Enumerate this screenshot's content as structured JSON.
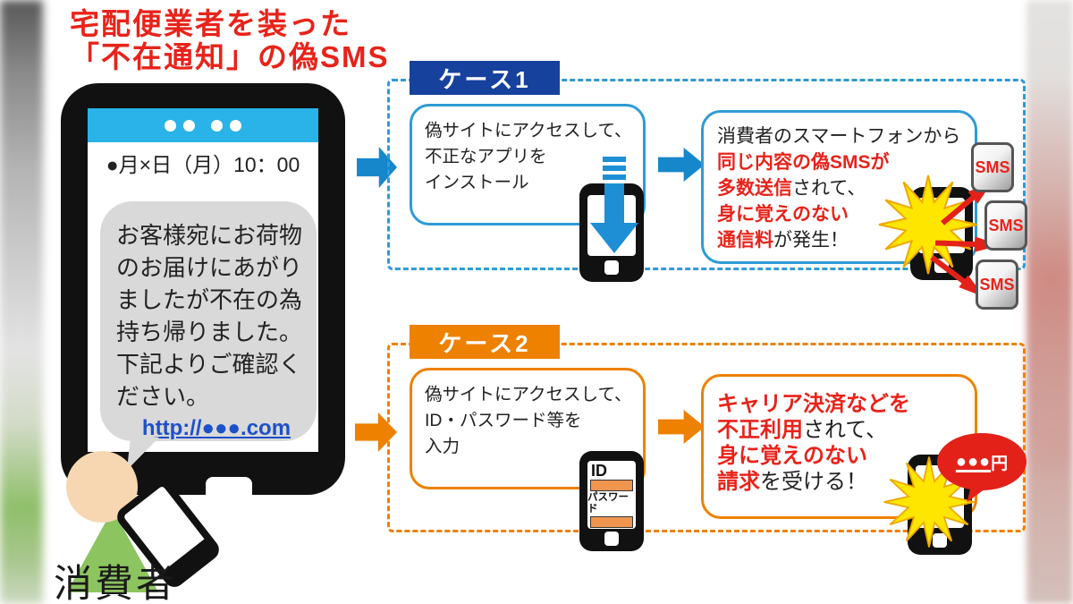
{
  "title": {
    "line1": "宅配便業者を装った",
    "line2": "「不在通知」の偽SMS"
  },
  "phone": {
    "date": "●月×日（月）10：00",
    "message_lines": [
      "お客様宛にお荷物",
      "のお届けにあがり",
      "ましたが不在の為",
      "持ち帰りました。",
      "下記よりご確認く",
      "ださい。"
    ],
    "link": "http://●●●.com"
  },
  "consumer_label": "消費者",
  "case1": {
    "header": "ケース1",
    "step_lines": [
      "偽サイトにアクセスして、",
      "不正なアプリを",
      "インストール"
    ],
    "result_lines": [
      [
        {
          "text": "消費者のスマートフォンから",
          "emphasis": false
        }
      ],
      [
        {
          "text": "同じ内容の偽SMSが",
          "emphasis": true
        }
      ],
      [
        {
          "text": "多数送信",
          "emphasis": true
        },
        {
          "text": "されて、",
          "emphasis": false
        }
      ],
      [
        {
          "text": "身に覚えのない",
          "emphasis": true
        }
      ],
      [
        {
          "text": "通信料",
          "emphasis": true
        },
        {
          "text": "が発生！",
          "emphasis": false
        }
      ]
    ],
    "sms_badges": [
      "SMS",
      "SMS",
      "SMS"
    ]
  },
  "case2": {
    "header": "ケース2",
    "step_lines": [
      "偽サイトにアクセスして、",
      "ID・パスワード等を",
      "入力"
    ],
    "form": {
      "id_label": "ID",
      "password_label": "パスワード"
    },
    "result_lines": [
      [
        {
          "text": "キャリア決済などを",
          "emphasis": true
        }
      ],
      [
        {
          "text": "不正利用",
          "emphasis": true
        },
        {
          "text": "されて、",
          "emphasis": false
        }
      ],
      [
        {
          "text": "身に覚えのない",
          "emphasis": true
        }
      ],
      [
        {
          "text": "請求",
          "emphasis": true
        },
        {
          "text": "を受ける！",
          "emphasis": false
        }
      ]
    ],
    "bill_bubble": {
      "dots": "●●●",
      "unit": "円"
    }
  },
  "icons": {
    "download_arrow": "download-arrow-icon",
    "burst": "burst-icon",
    "smartphone": "smartphone-icon",
    "flow_arrow": "flow-arrow-icon"
  },
  "colors": {
    "alert_red": "#e8231a",
    "case1_blue": "#2e9bd6",
    "case1_header_navy": "#16429d",
    "case2_orange": "#ee8100",
    "phone_statusbar_blue": "#29b3e8",
    "message_bubble_gray": "#d9d9d9",
    "link_blue": "#1d50c8",
    "consumer_green": "#8cc45f",
    "burst_yellow": "#ffe600"
  }
}
